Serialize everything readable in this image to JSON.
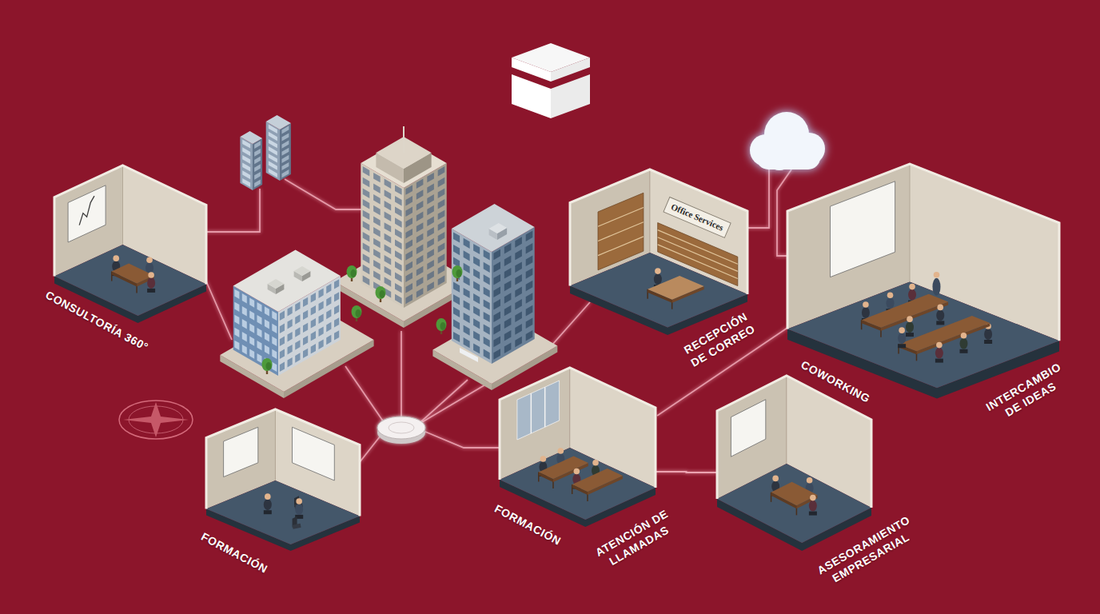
{
  "diagram": {
    "nodes": [
      {
        "text": [
          "CONSULTORÍA 360°"
        ]
      },
      {
        "text": [
          "Office Services",
          "RECEPCIÓN DE CORREO"
        ]
      },
      {
        "text": [
          "COWORKING",
          "INTERCAMBIO DE IDEAS"
        ]
      },
      {
        "text": [
          "FORMACIÓN"
        ]
      },
      {
        "text": [
          "FORMACIÓN",
          "ATENCIÓN DE LLAMADAS"
        ]
      },
      {
        "text": [
          "ASESORAMIENTO EMPRESARIAL"
        ]
      }
    ],
    "edges": [
      {
        "from": 4,
        "to": 5,
        "arrow": "none"
      }
    ]
  }
}
